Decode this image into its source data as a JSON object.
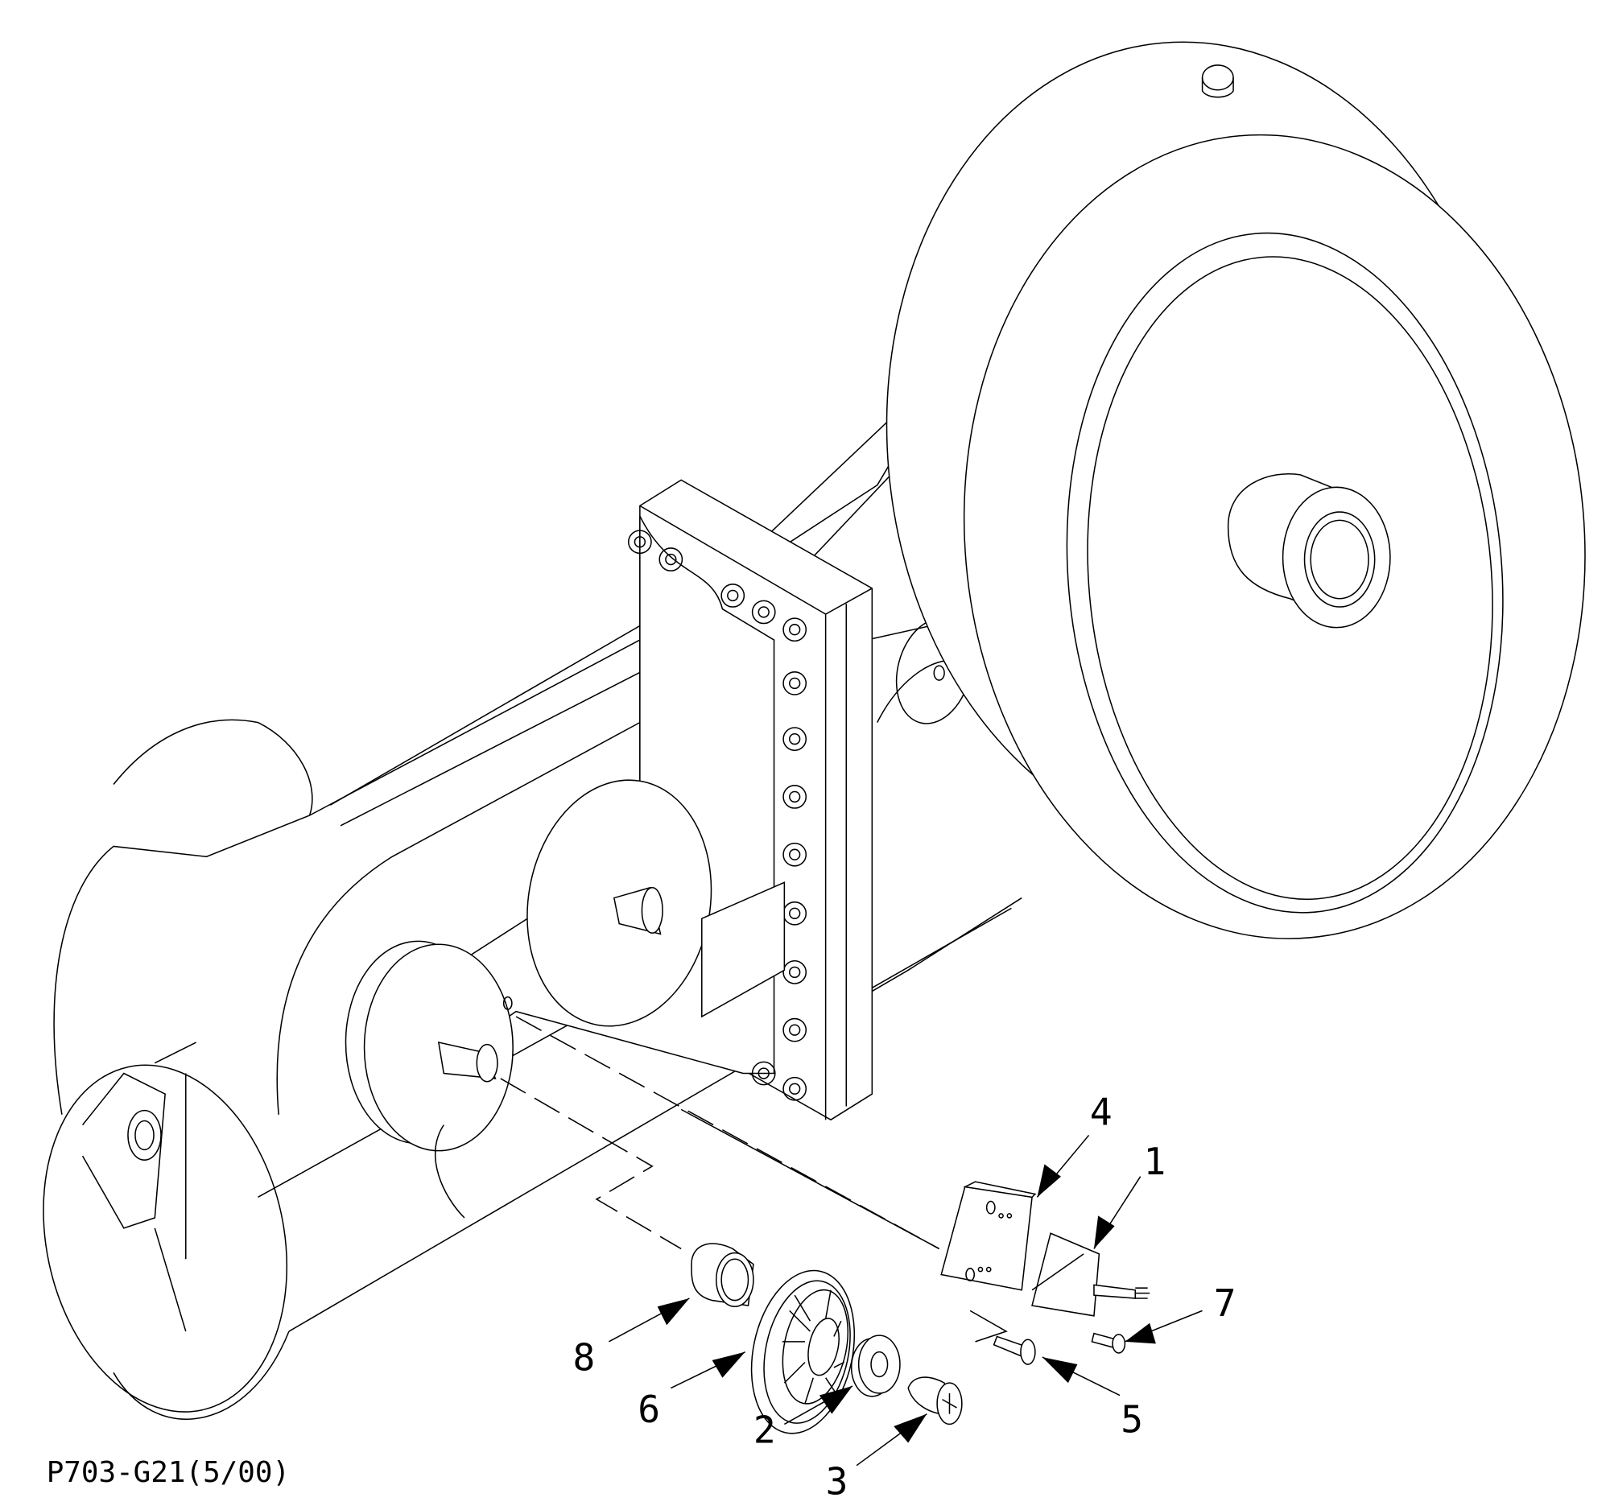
{
  "drawing": {
    "code": "P703-G21(5/00)",
    "callouts": [
      "1",
      "2",
      "3",
      "4",
      "5",
      "6",
      "7",
      "8"
    ]
  }
}
